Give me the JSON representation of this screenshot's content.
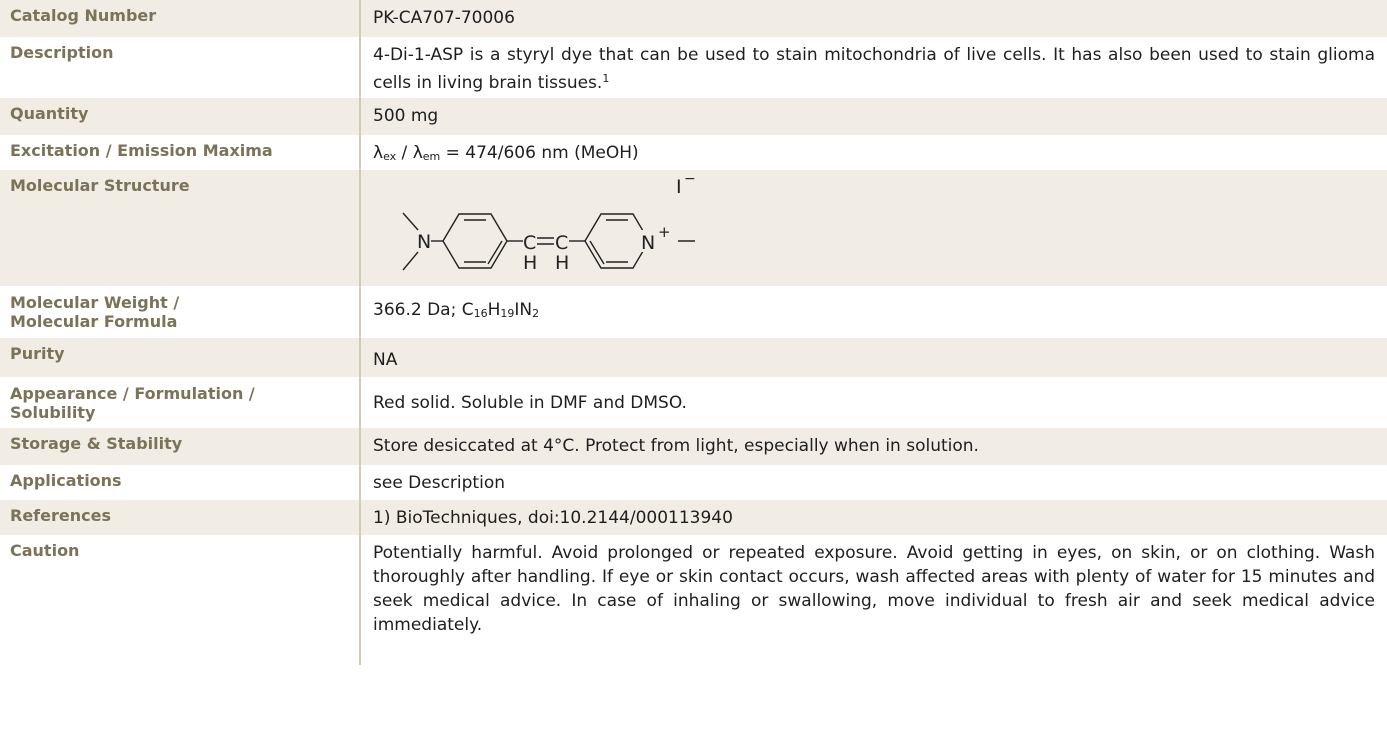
{
  "rows": [
    {
      "label": "Catalog Number",
      "value": "PK-CA707-70006"
    },
    {
      "label": "Description",
      "value": "4-Di-1-ASP is a styryl dye that can be used to stain mitochondria of live cells. It has also been used to stain glioma cells in living brain tissues.",
      "ref_mark": "1"
    },
    {
      "label": "Quantity",
      "value": "500 mg"
    },
    {
      "label": "Excitation / Emission Maxima",
      "lambda": "λ",
      "ex": "ex",
      "slash": " / ",
      "em": "em",
      "value": " = 474/606 nm (MeOH)"
    },
    {
      "label": "Molecular Structure",
      "structure": {
        "n_left": "N",
        "c1": "C",
        "c2": "C",
        "h1": "H",
        "h2": "H",
        "n_right": "N",
        "plus": "+",
        "iodide": "I",
        "minus": "−"
      }
    },
    {
      "label_line1": "Molecular Weight /",
      "label_line2": "Molecular Formula",
      "mw": "366.2 Da; ",
      "f_c": "C",
      "f_c_n": "16",
      "f_h": "H",
      "f_h_n": "19",
      "f_in": "IN",
      "f_in_n": "2"
    },
    {
      "label": "Purity",
      "value": "NA"
    },
    {
      "label_line1": "Appearance / Formulation /",
      "label_line2": "Solubility",
      "value": "Red solid. Soluble in DMF and DMSO."
    },
    {
      "label": "Storage & Stability",
      "value": "Store desiccated at 4°C. Protect from light, especially when in solution."
    },
    {
      "label": "Applications",
      "value": "see Description"
    },
    {
      "label": "References",
      "value": "1) BioTechniques, doi:10.2144/000113940"
    },
    {
      "label": "Caution",
      "value": "Potentially harmful. Avoid prolonged or repeated exposure. Avoid getting in eyes, on skin, or on clothing. Wash thoroughly after handling. If eye or skin contact occurs, wash affected areas with plenty of water for 15 minutes and seek medical advice. In case of inhaling or swallowing, move individual to fresh air and seek medical advice immediately."
    }
  ]
}
